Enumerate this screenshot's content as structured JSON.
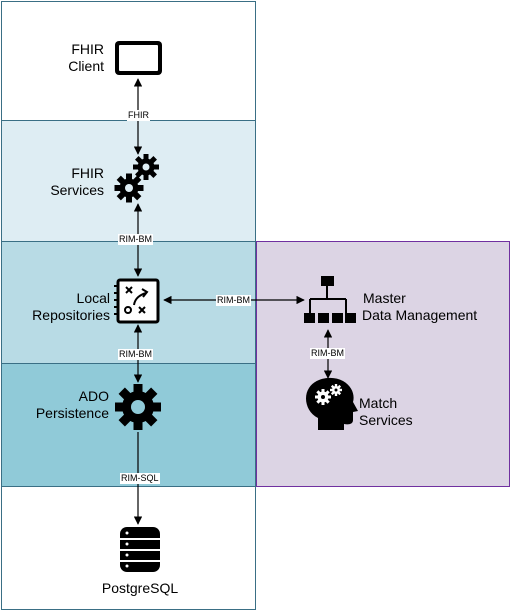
{
  "colors": {
    "client_band": "#ffffff",
    "services_band": "#deedf3",
    "repos_band": "#b8dbe5",
    "persistence_band": "#90cad8",
    "mdm_panel": "#dcd4e4",
    "mdm_border": "#7030a0",
    "band_border": "#3a6f85",
    "icon": "#000000"
  },
  "nodes": {
    "client": {
      "line1": "FHIR",
      "line2": "Client",
      "icon": "tablet-icon"
    },
    "services": {
      "line1": "FHIR",
      "line2": "Services",
      "icon": "gears-icon"
    },
    "repos": {
      "line1": "Local",
      "line2": "Repositories",
      "icon": "strategy-board-icon"
    },
    "persistence": {
      "line1": "ADO",
      "line2": "Persistence",
      "icon": "gear-icon"
    },
    "database": {
      "label": "PostgreSQL",
      "icon": "database-icon"
    },
    "mdm": {
      "line1": "Master",
      "line2": "Data Management",
      "icon": "hierarchy-icon"
    },
    "match": {
      "line1": "Match",
      "line2": "Services",
      "icon": "head-gears-icon"
    }
  },
  "edges": {
    "client_services": "FHIR",
    "services_repos": "RIM-BM",
    "repos_persistence": "RIM-BM",
    "persistence_db": "RIM-SQL",
    "repos_mdm": "RIM-BM",
    "mdm_match": "RIM-BM"
  }
}
